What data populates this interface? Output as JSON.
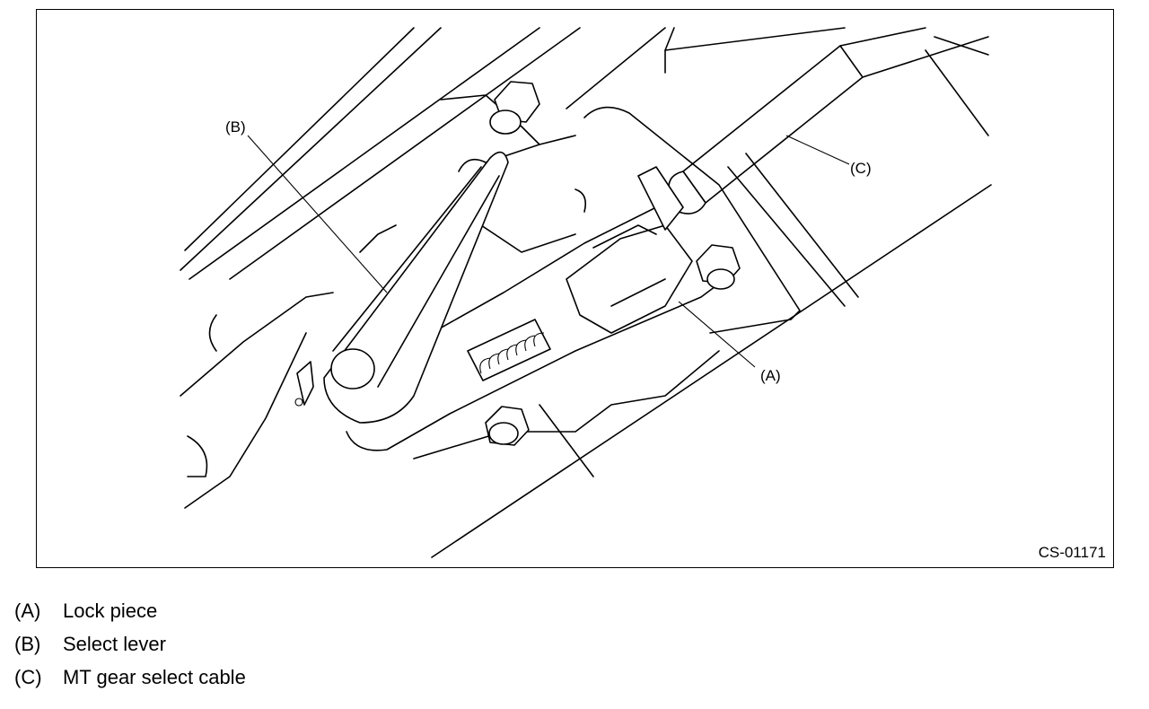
{
  "figure": {
    "id": "CS-01171",
    "callouts": {
      "a": "(A)",
      "b": "(B)",
      "c": "(C)"
    }
  },
  "legend": [
    {
      "key": "(A)",
      "label": "Lock piece"
    },
    {
      "key": "(B)",
      "label": "Select lever"
    },
    {
      "key": "(C)",
      "label": "MT gear select cable"
    }
  ]
}
